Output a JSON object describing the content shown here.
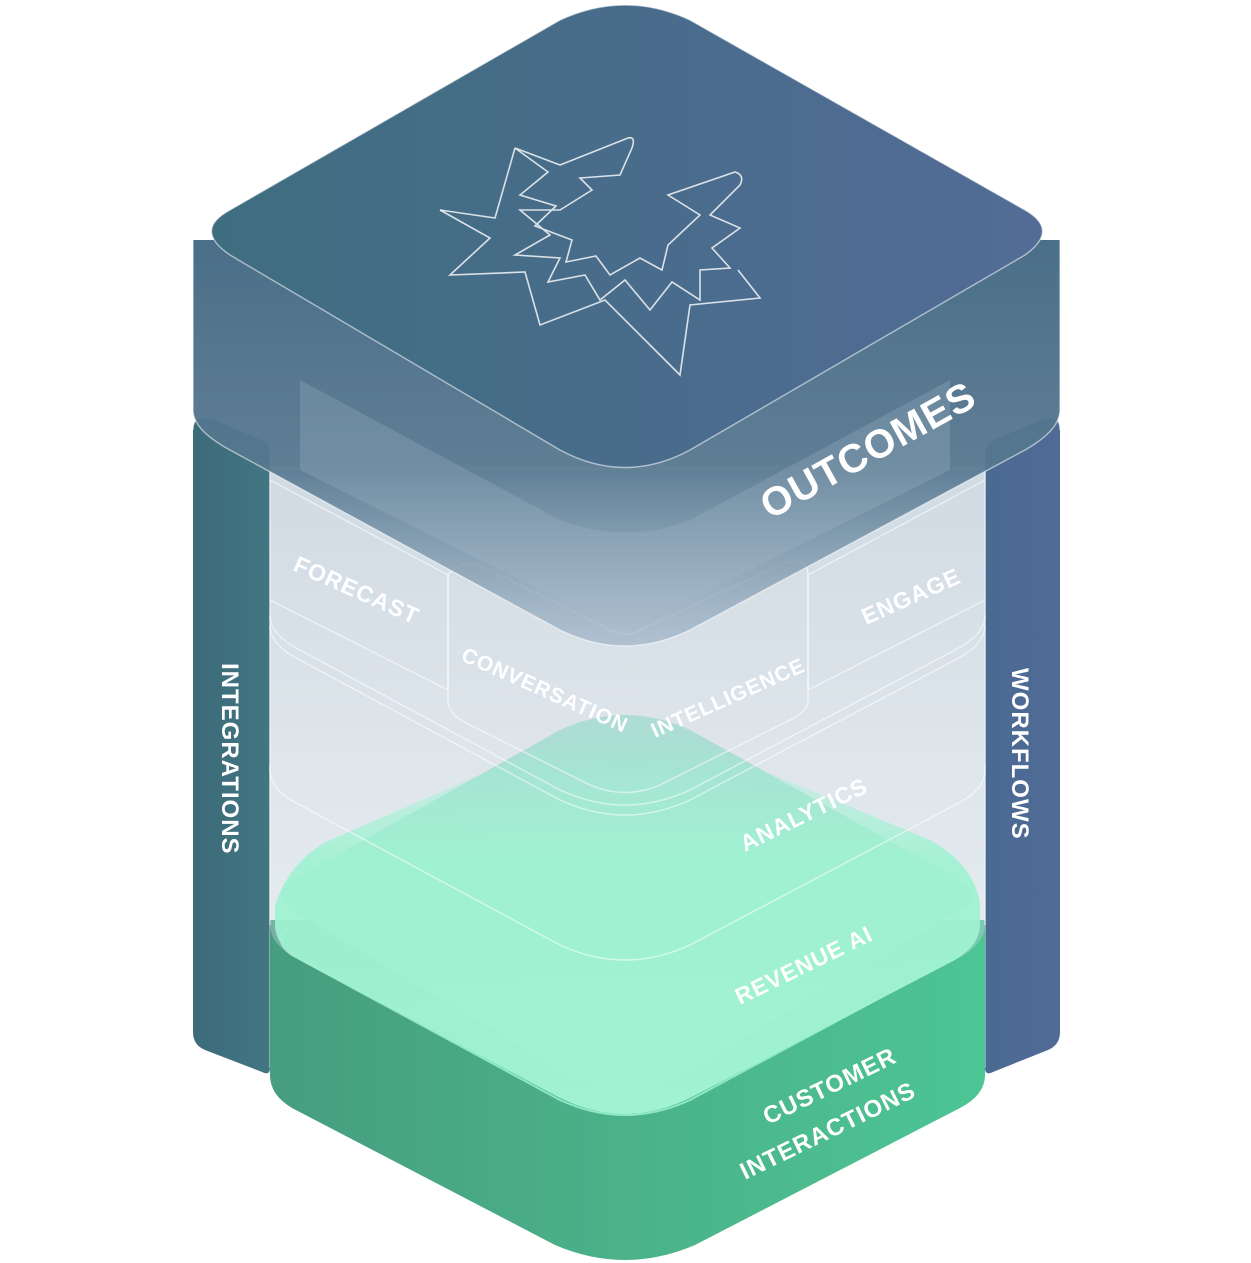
{
  "layers": {
    "outcomes": "OUTCOMES",
    "forecast": "FORECAST",
    "engage": "ENGAGE",
    "conversation": "CONVERSATION",
    "intelligence": "INTELLIGENCE",
    "analytics": "ANALYTICS",
    "revenue_ai": "REVENUE AI",
    "customer_interactions_line1": "CUSTOMER",
    "customer_interactions_line2": "INTERACTIONS"
  },
  "pillars": {
    "left": "INTEGRATIONS",
    "right": "WORKFLOWS"
  },
  "colors": {
    "top_block": "#4a6f88",
    "pillar_left": "#3e6f7e",
    "pillar_right": "#4b6690",
    "base_green": "#4ab28a",
    "glow_green": "#9ff2d2"
  }
}
